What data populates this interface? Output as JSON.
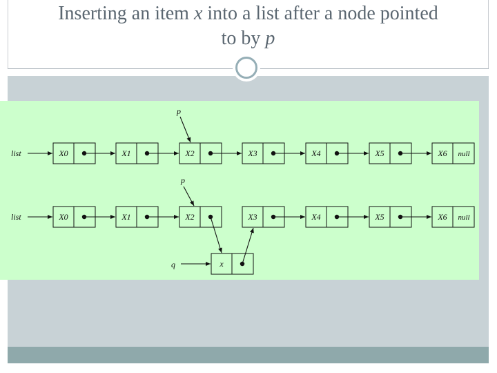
{
  "slide": {
    "title_line1_prefix": "Inserting an item ",
    "title_var_x": "x",
    "title_line1_suffix": " into a list after a node pointed",
    "title_line2_prefix": "to by ",
    "title_var_p": "p"
  },
  "diagram": {
    "top_row": {
      "head_label": "list",
      "pointer_label": "p",
      "nodes": [
        {
          "data": "X0",
          "next": "dot"
        },
        {
          "data": "X1",
          "next": "dot"
        },
        {
          "data": "X2",
          "next": "dot"
        },
        {
          "data": "X3",
          "next": "dot"
        },
        {
          "data": "X4",
          "next": "dot"
        },
        {
          "data": "X5",
          "next": "dot"
        },
        {
          "data": "X6",
          "next": "null"
        }
      ]
    },
    "bottom_row": {
      "head_label": "list",
      "pointer_label": "p",
      "new_node_pointer_label": "q",
      "new_node": {
        "data": "x",
        "next": "dot"
      },
      "nodes": [
        {
          "data": "X0",
          "next": "dot"
        },
        {
          "data": "X1",
          "next": "dot"
        },
        {
          "data": "X2",
          "next": "dot"
        },
        {
          "data": "X3",
          "next": "dot"
        },
        {
          "data": "X4",
          "next": "dot"
        },
        {
          "data": "X5",
          "next": "dot"
        },
        {
          "data": "X6",
          "next": "null"
        }
      ]
    },
    "colors": {
      "panel": "#ccffcc",
      "ink": "#111111"
    }
  }
}
